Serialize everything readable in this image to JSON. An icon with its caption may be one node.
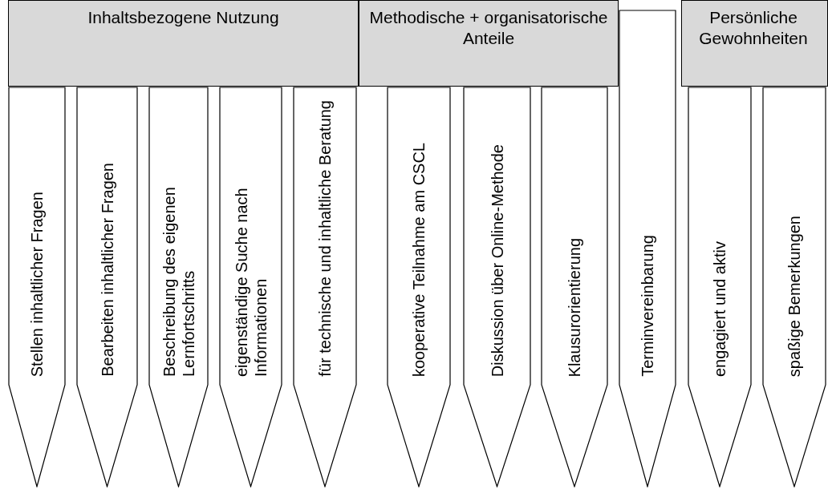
{
  "diagram": {
    "nodes": [
      {
        "text": [
          "Inhaltsbezogene Nutzung"
        ]
      },
      {
        "text": [
          "Stellen inhaltlicher Fragen"
        ]
      },
      {
        "text": [
          "Bearbeiten inhaltlicher Fragen"
        ]
      },
      {
        "text": [
          "Beschreibung des eigenen Lernfortschritts"
        ]
      },
      {
        "text": [
          "eigenständige Suche nach Informationen"
        ]
      },
      {
        "text": [
          "für technische und inhaltliche Beratung"
        ]
      },
      {
        "text": [
          "Methodische + organisatorische Anteile"
        ]
      },
      {
        "text": [
          "kooperative Teilnahme am CSCL"
        ]
      },
      {
        "text": [
          "Diskussion über Online-Methode"
        ]
      },
      {
        "text": [
          "Klausurorientierung"
        ]
      },
      {
        "text": [
          "Terminvereinbarung"
        ]
      },
      {
        "text": [
          "Persönliche Gewohnheiten"
        ]
      },
      {
        "text": [
          "engagiert und aktiv"
        ]
      },
      {
        "text": [
          "spaßige Bemerkungen"
        ]
      }
    ]
  }
}
